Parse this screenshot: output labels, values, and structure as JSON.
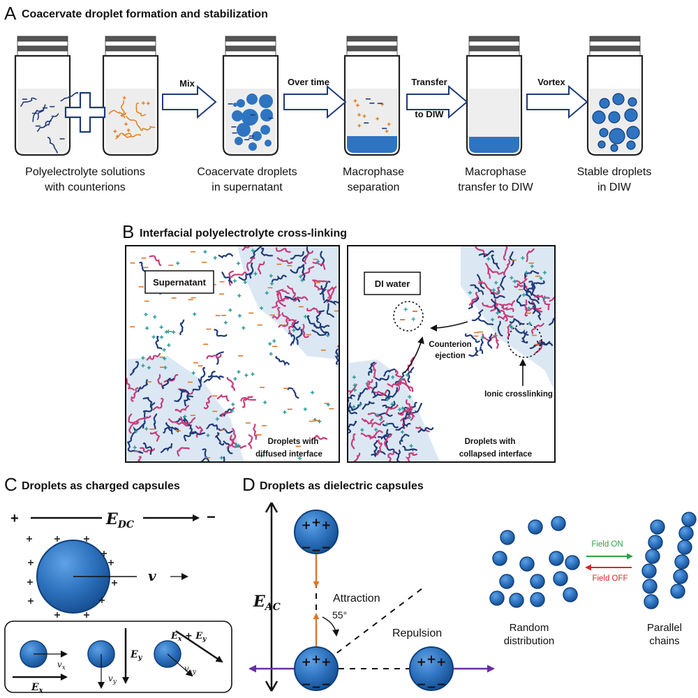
{
  "panel_a": {
    "letter": "A",
    "title": "Coacervate droplet formation and stabilization",
    "step_arrows": [
      "Mix",
      "Over time",
      "Transfer",
      "to DIW",
      "Vortex"
    ],
    "captions": [
      [
        "Polyelectrolyte solutions",
        "with counterions"
      ],
      [
        "Coacervate droplets",
        "in supernatant"
      ],
      [
        "Macrophase",
        "separation"
      ],
      [
        "Macrophase",
        "transfer to DIW"
      ],
      [
        "Stable droplets",
        "in DIW"
      ]
    ]
  },
  "panel_b": {
    "letter": "B",
    "title": "Interfacial polyelectrolyte cross-linking",
    "left_box": "Supernatant",
    "right_box": "DI water",
    "left_caption": [
      "Droplets with",
      "diffused interface"
    ],
    "right_caption": [
      "Droplets with",
      "collapsed interface"
    ],
    "counterion_label": [
      "Counterion",
      "ejection"
    ],
    "crosslink_label": "Ionic crosslinking"
  },
  "panel_c": {
    "letter": "C",
    "title": "Droplets as charged capsules",
    "plus": "+",
    "minus": "−",
    "field_label": "E_DC",
    "velocity_label": "v",
    "inset_labels": [
      "v_x",
      "E_x",
      "E_y",
      "v_y",
      "E_x + E_y",
      "v_xy"
    ]
  },
  "panel_d": {
    "letter": "D",
    "title": "Droplets as dielectric capsules",
    "field_label": "E_AC",
    "attraction": "Attraction",
    "repulsion": "Repulsion",
    "angle": "55°",
    "field_on": "Field ON",
    "field_off": "Field OFF",
    "random_label": [
      "Random",
      "distribution"
    ],
    "parallel_label": [
      "Parallel",
      "chains"
    ]
  },
  "colors": {
    "droplet": "#2f74c0",
    "droplet_dark": "#0f3e7a",
    "polyanion": "#1f3a78",
    "polycation_orange": "#e2822a",
    "polycation_pink": "#c83c7a",
    "counterion": "#2a9a9a",
    "field_on": "#2ca04a",
    "field_off": "#d62728",
    "purple_arrow": "#6a2fa0"
  }
}
